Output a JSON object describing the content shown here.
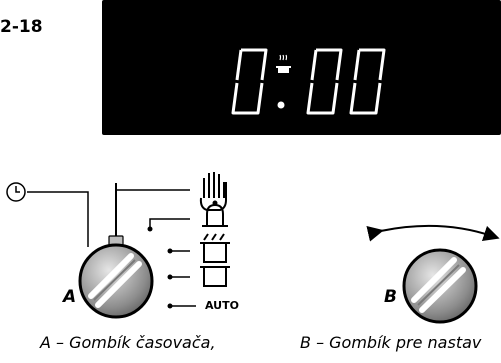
{
  "figure": {
    "number": "2-18"
  },
  "display": {
    "time_readout": "0:00",
    "indicator_icon": "cooking-pot-icon"
  },
  "knob_a": {
    "letter": "A",
    "symbols": [
      "clock-icon",
      "hand-icon",
      "bell-icon",
      "grill-icon",
      "pot-icon",
      "auto-label"
    ],
    "auto_label": "AUTO",
    "caption": "A – Gombík časovača,"
  },
  "knob_b": {
    "letter": "B",
    "rotation_icon": "double-arrow-icon",
    "caption": "B – Gombík pre nastav"
  }
}
